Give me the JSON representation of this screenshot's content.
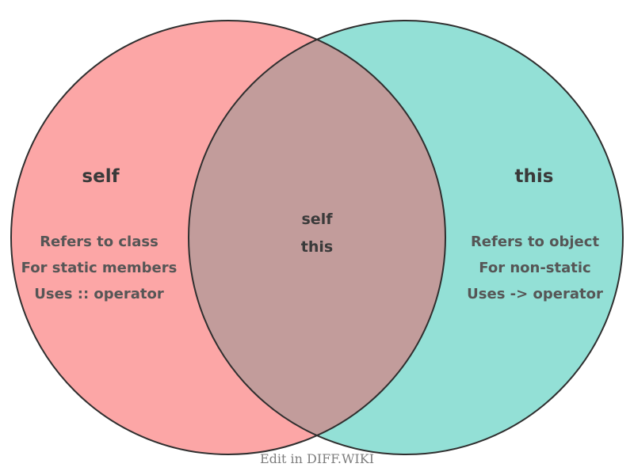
{
  "venn": {
    "left": {
      "title": "self",
      "items": [
        "Refers to class",
        "For static members",
        "Uses :: operator"
      ]
    },
    "right": {
      "title": "this",
      "items": [
        "Refers to object",
        "For non-static",
        "Uses -> operator"
      ]
    },
    "intersection": {
      "items": [
        "self",
        "this"
      ]
    }
  },
  "caption": "Edit in DIFF.WIKI",
  "colors": {
    "left_fill": "#FCA6A6",
    "right_fill": "#93E0D6",
    "overlap_fill": "#C29C9B",
    "outline": "#2F2F2F",
    "title_text": "#3A3A3A",
    "body_text": "#565656",
    "center_text": "#3A3A3A",
    "caption_text": "#7E7E7E",
    "background": "#FFFFFF"
  }
}
